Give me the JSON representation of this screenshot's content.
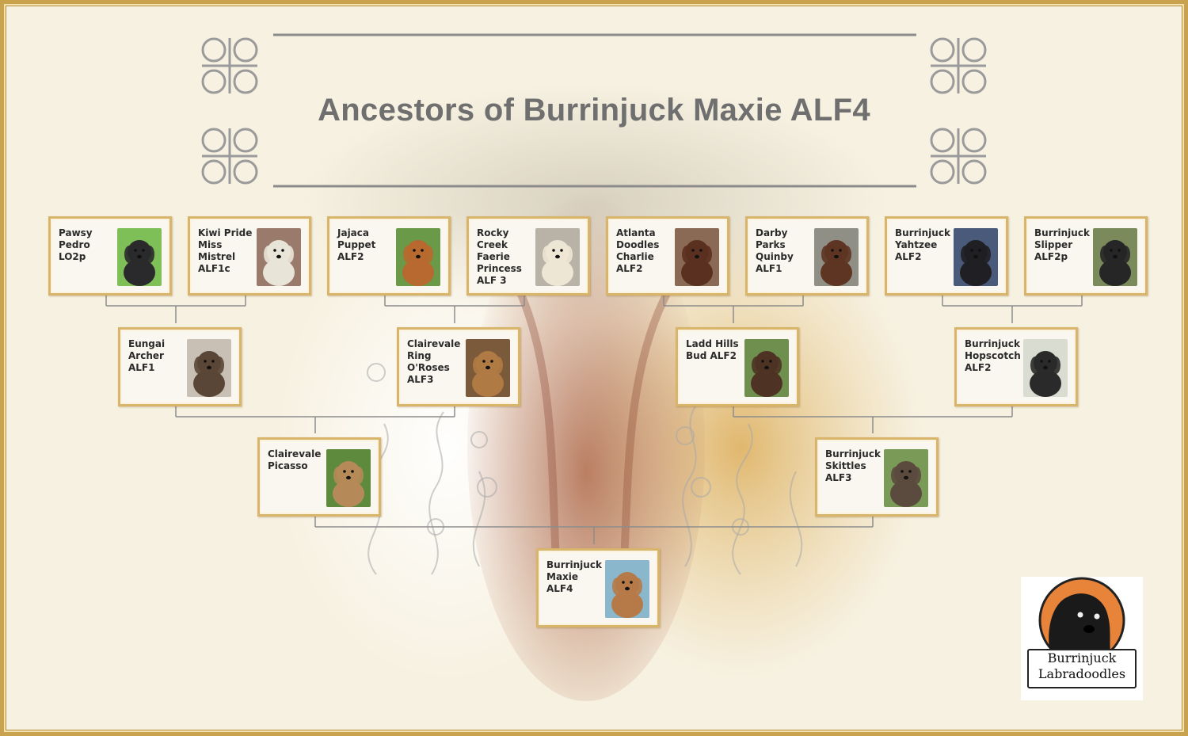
{
  "title": "Ancestors of Burrinjuck Maxie ALF4",
  "colors": {
    "frame": "#c9a24e",
    "card_border": "#d8b56a",
    "line": "#8c8c8c",
    "title": "#6f6f6f",
    "logo_orange": "#e8843a"
  },
  "pedigree": {
    "great_grandparents": [
      {
        "name": "Pawsy\nPedro\nLO2p",
        "coat": "#2a2a2c",
        "bg": "#7fbf58"
      },
      {
        "name": "Kiwi Pride\nMiss\nMistrel\nALF1c",
        "coat": "#e9e4d8",
        "bg": "#9a7a6a"
      },
      {
        "name": "Jajaca\nPuppet\nALF2",
        "coat": "#b8692f",
        "bg": "#6a9a48"
      },
      {
        "name": "Rocky\nCreek\nFaerie\nPrincess\nALF 3",
        "coat": "#eee6d4",
        "bg": "#b9b2a6"
      },
      {
        "name": "Atlanta\nDoodles\nCharlie\nALF2",
        "coat": "#5a3020",
        "bg": "#8a6a55"
      },
      {
        "name": "Darby\nParks\nQuinby\nALF1",
        "coat": "#5e3522",
        "bg": "#8f8f86"
      },
      {
        "name": "Burrinjuck\nYahtzee\nALF2",
        "coat": "#1f1f24",
        "bg": "#4a5a7a"
      },
      {
        "name": "Burrinjuck\nSlipper\nALF2p",
        "coat": "#262626",
        "bg": "#7a8a5a"
      }
    ],
    "grandparents": [
      {
        "name": "Eungai\nArcher\nALF1",
        "coat": "#5a4636",
        "bg": "#c8c0b4"
      },
      {
        "name": "Clairevale\nRing\nO'Roses\nALF3",
        "coat": "#b07a44",
        "bg": "#7a5a3a"
      },
      {
        "name": "Ladd Hills\nBud ALF2",
        "coat": "#4e3324",
        "bg": "#6f8f4f"
      },
      {
        "name": "Burrinjuck\nHopscotch\nALF2",
        "coat": "#2a2a2a",
        "bg": "#d9dcd0"
      }
    ],
    "parents": [
      {
        "name": "Clairevale\nPicasso",
        "coat": "#b58a58",
        "bg": "#5e8a3e"
      },
      {
        "name": "Burrinjuck\nSkittles\nALF3",
        "coat": "#5b4a3e",
        "bg": "#7a9a58"
      }
    ],
    "subject": {
      "name": "Burrinjuck\nMaxie\nALF4",
      "coat": "#b67a48",
      "bg": "#8ab7cc"
    }
  },
  "logo": {
    "line1": "Burrinjuck",
    "line2": "Labradoodles",
    "icon": "black-labradoodle-head-icon"
  }
}
